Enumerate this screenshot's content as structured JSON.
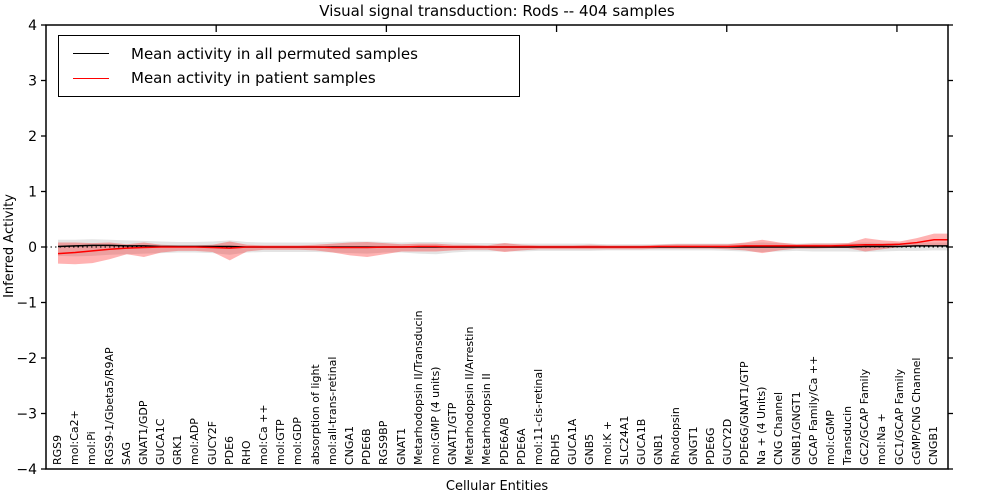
{
  "chart_data": {
    "type": "line",
    "title": "Visual signal transduction: Rods -- 404 samples",
    "xlabel": "Cellular Entities",
    "ylabel": "Inferred Activity",
    "ylim": [
      -4,
      4
    ],
    "ytick_values": [
      4,
      3,
      2,
      1,
      0,
      -1,
      -2,
      -3,
      -4
    ],
    "ytick_labels": [
      "4",
      "3",
      "2",
      "1",
      "0",
      "−1",
      "−2",
      "−3",
      "−4"
    ],
    "top_tick_values": [
      10,
      20,
      30,
      40,
      50
    ],
    "xaxis_range_units": 53,
    "grid": false,
    "zero_line_style": "dotted",
    "legend_position": "upper left",
    "categories": [
      "RGS9",
      "mol:Ca2+",
      "mol:Pi",
      "RGS9-1/Gbeta5/R9AP",
      "SAG",
      "GNAT1/GDP",
      "GUCA1C",
      "GRK1",
      "mol:ADP",
      "GUCY2F",
      "PDE6",
      "RHO",
      "mol:Ca ++",
      "mol:GTP",
      "mol:GDP",
      "absorption of light",
      "mol:all-trans-retinal",
      "CNGA1",
      "PDE6B",
      "RGS9BP",
      "GNAT1",
      "Metarhodopsin II/Transducin",
      "mol:GMP (4 units)",
      "GNAT1/GTP",
      "Metarhodopsin II/Arrestin",
      "Metarhodopsin II",
      "PDE6A/B",
      "PDE6A",
      "mol:11-cis-retinal",
      "RDH5",
      "GUCA1A",
      "GNB5",
      "mol:K +",
      "SLC24A1",
      "GUCA1B",
      "GNB1",
      "Rhodopsin",
      "GNGT1",
      "PDE6G",
      "GUCY2D",
      "PDE6G/GNAT1/GTP",
      "Na + (4 Units)",
      "CNG Channel",
      "GNB1/GNGT1",
      "GCAP Family/Ca ++",
      "mol:cGMP",
      "Transducin",
      "GC2/GCAP Family",
      "mol:Na +",
      "GC1/GCAP Family",
      "cGMP/CNG Channel",
      "CNGB1"
    ],
    "series": [
      {
        "name": "Mean activity in all permuted samples",
        "color": "#000000",
        "band_color": "rgba(130,130,130,0.22)",
        "values": [
          0.01,
          0.02,
          0.03,
          0.03,
          0.02,
          0.02,
          0.01,
          0.01,
          0.01,
          0.01,
          0.01,
          0.0,
          0.0,
          0.0,
          0.0,
          0.0,
          0.0,
          0.0,
          0.0,
          0.0,
          0.0,
          0.0,
          0.0,
          0.0,
          0.0,
          0.0,
          0.0,
          0.0,
          0.0,
          0.0,
          0.0,
          0.0,
          0.0,
          0.0,
          0.0,
          0.0,
          0.0,
          0.0,
          0.0,
          0.0,
          0.0,
          0.0,
          0.0,
          0.0,
          0.0,
          0.0,
          0.0,
          0.01,
          0.01,
          0.01,
          0.02,
          0.02
        ],
        "band_upper": [
          0.13,
          0.13,
          0.14,
          0.13,
          0.12,
          0.11,
          0.1,
          0.09,
          0.09,
          0.1,
          0.12,
          0.09,
          0.08,
          0.08,
          0.08,
          0.08,
          0.09,
          0.1,
          0.1,
          0.09,
          0.08,
          0.09,
          0.09,
          0.08,
          0.07,
          0.07,
          0.07,
          0.06,
          0.06,
          0.06,
          0.06,
          0.06,
          0.05,
          0.05,
          0.05,
          0.05,
          0.06,
          0.06,
          0.06,
          0.06,
          0.07,
          0.08,
          0.07,
          0.06,
          0.07,
          0.07,
          0.07,
          0.08,
          0.07,
          0.07,
          0.08,
          0.08
        ],
        "band_lower": [
          -0.16,
          -0.17,
          -0.16,
          -0.14,
          -0.13,
          -0.12,
          -0.11,
          -0.1,
          -0.1,
          -0.11,
          -0.14,
          -0.1,
          -0.09,
          -0.09,
          -0.09,
          -0.09,
          -0.1,
          -0.11,
          -0.12,
          -0.1,
          -0.1,
          -0.12,
          -0.13,
          -0.1,
          -0.08,
          -0.08,
          -0.08,
          -0.08,
          -0.07,
          -0.07,
          -0.07,
          -0.07,
          -0.06,
          -0.06,
          -0.06,
          -0.06,
          -0.06,
          -0.06,
          -0.06,
          -0.07,
          -0.08,
          -0.09,
          -0.08,
          -0.07,
          -0.08,
          -0.08,
          -0.08,
          -0.09,
          -0.08,
          -0.07,
          -0.07,
          -0.06
        ]
      },
      {
        "name": "Mean activity in patient samples",
        "color": "#ff0000",
        "band_color": "rgba(255,0,0,0.30)",
        "values": [
          -0.12,
          -0.1,
          -0.07,
          -0.04,
          -0.02,
          -0.01,
          0.0,
          0.0,
          0.0,
          -0.01,
          -0.02,
          0.0,
          0.0,
          0.0,
          0.0,
          0.0,
          -0.01,
          -0.01,
          -0.01,
          0.0,
          0.0,
          0.01,
          0.01,
          0.0,
          0.0,
          0.0,
          0.0,
          0.0,
          0.0,
          0.0,
          0.0,
          0.0,
          0.0,
          0.0,
          0.0,
          0.01,
          0.01,
          0.01,
          0.01,
          0.01,
          0.02,
          0.02,
          0.02,
          0.02,
          0.02,
          0.02,
          0.03,
          0.04,
          0.04,
          0.05,
          0.08,
          0.13
        ],
        "band_upper": [
          0.08,
          0.08,
          0.07,
          0.08,
          0.05,
          0.08,
          0.04,
          0.03,
          0.03,
          0.04,
          0.1,
          0.04,
          0.03,
          0.03,
          0.03,
          0.04,
          0.06,
          0.08,
          0.09,
          0.07,
          0.05,
          0.06,
          0.06,
          0.04,
          0.04,
          0.03,
          0.07,
          0.04,
          0.03,
          0.03,
          0.03,
          0.04,
          0.03,
          0.03,
          0.03,
          0.04,
          0.05,
          0.05,
          0.05,
          0.05,
          0.08,
          0.13,
          0.08,
          0.05,
          0.06,
          0.06,
          0.07,
          0.16,
          0.12,
          0.1,
          0.16,
          0.24
        ],
        "band_lower": [
          -0.3,
          -0.31,
          -0.29,
          -0.22,
          -0.13,
          -0.18,
          -0.1,
          -0.07,
          -0.07,
          -0.09,
          -0.24,
          -0.08,
          -0.05,
          -0.05,
          -0.05,
          -0.06,
          -0.1,
          -0.15,
          -0.18,
          -0.13,
          -0.08,
          -0.08,
          -0.08,
          -0.06,
          -0.05,
          -0.05,
          -0.09,
          -0.06,
          -0.04,
          -0.04,
          -0.04,
          -0.04,
          -0.04,
          -0.04,
          -0.04,
          -0.03,
          -0.03,
          -0.03,
          -0.03,
          -0.04,
          -0.06,
          -0.11,
          -0.06,
          -0.03,
          -0.03,
          -0.02,
          -0.02,
          -0.08,
          -0.04,
          0.0,
          0.02,
          0.03
        ]
      }
    ]
  }
}
